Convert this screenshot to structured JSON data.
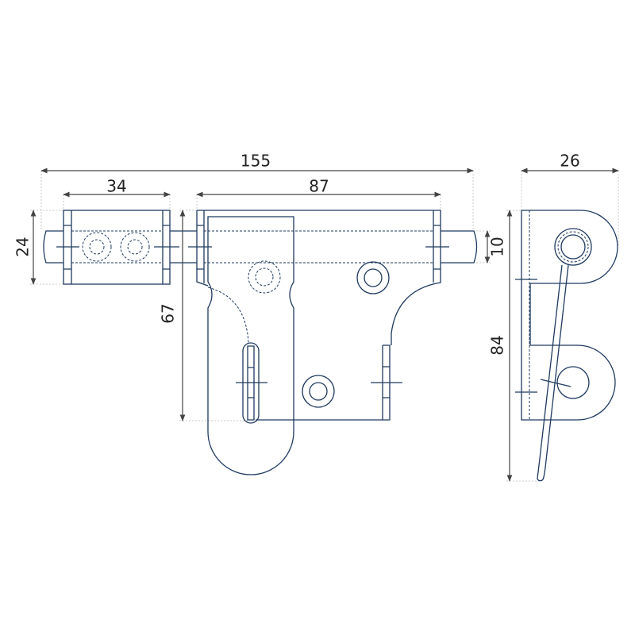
{
  "dimensions": {
    "overall_length": "155",
    "left_bracket_width": "34",
    "plate_width": "87",
    "bracket_height": "24",
    "plate_height": "67",
    "rod_diameter": "10",
    "side_depth": "26",
    "side_height": "84"
  },
  "colors": {
    "outline": "#1f3a5f",
    "dimension": "#444444"
  }
}
